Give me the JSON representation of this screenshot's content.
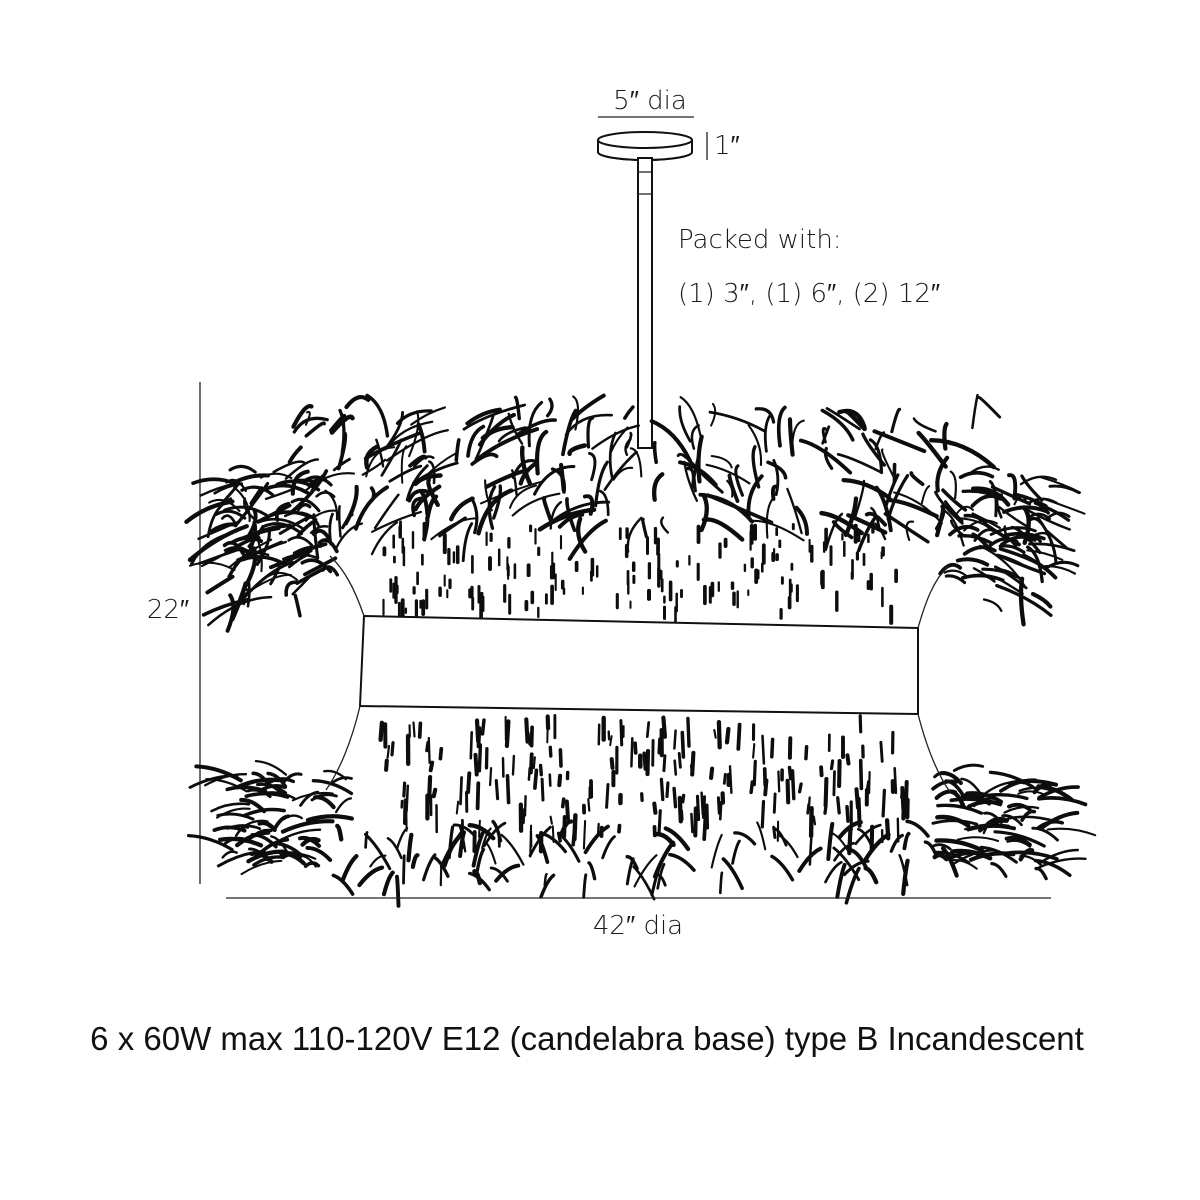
{
  "canopy": {
    "diameter_label": "5″ dia",
    "height_label": "1″"
  },
  "packed": {
    "title": "Packed with:",
    "rods": "(1) 3″, (1) 6″, (2) 12″"
  },
  "dimensions": {
    "height_label": "22″",
    "width_label": "42″ dia"
  },
  "spec": {
    "text": "6 x 60W max 110-120V E12 (candelabra base) type B Incandescent"
  }
}
